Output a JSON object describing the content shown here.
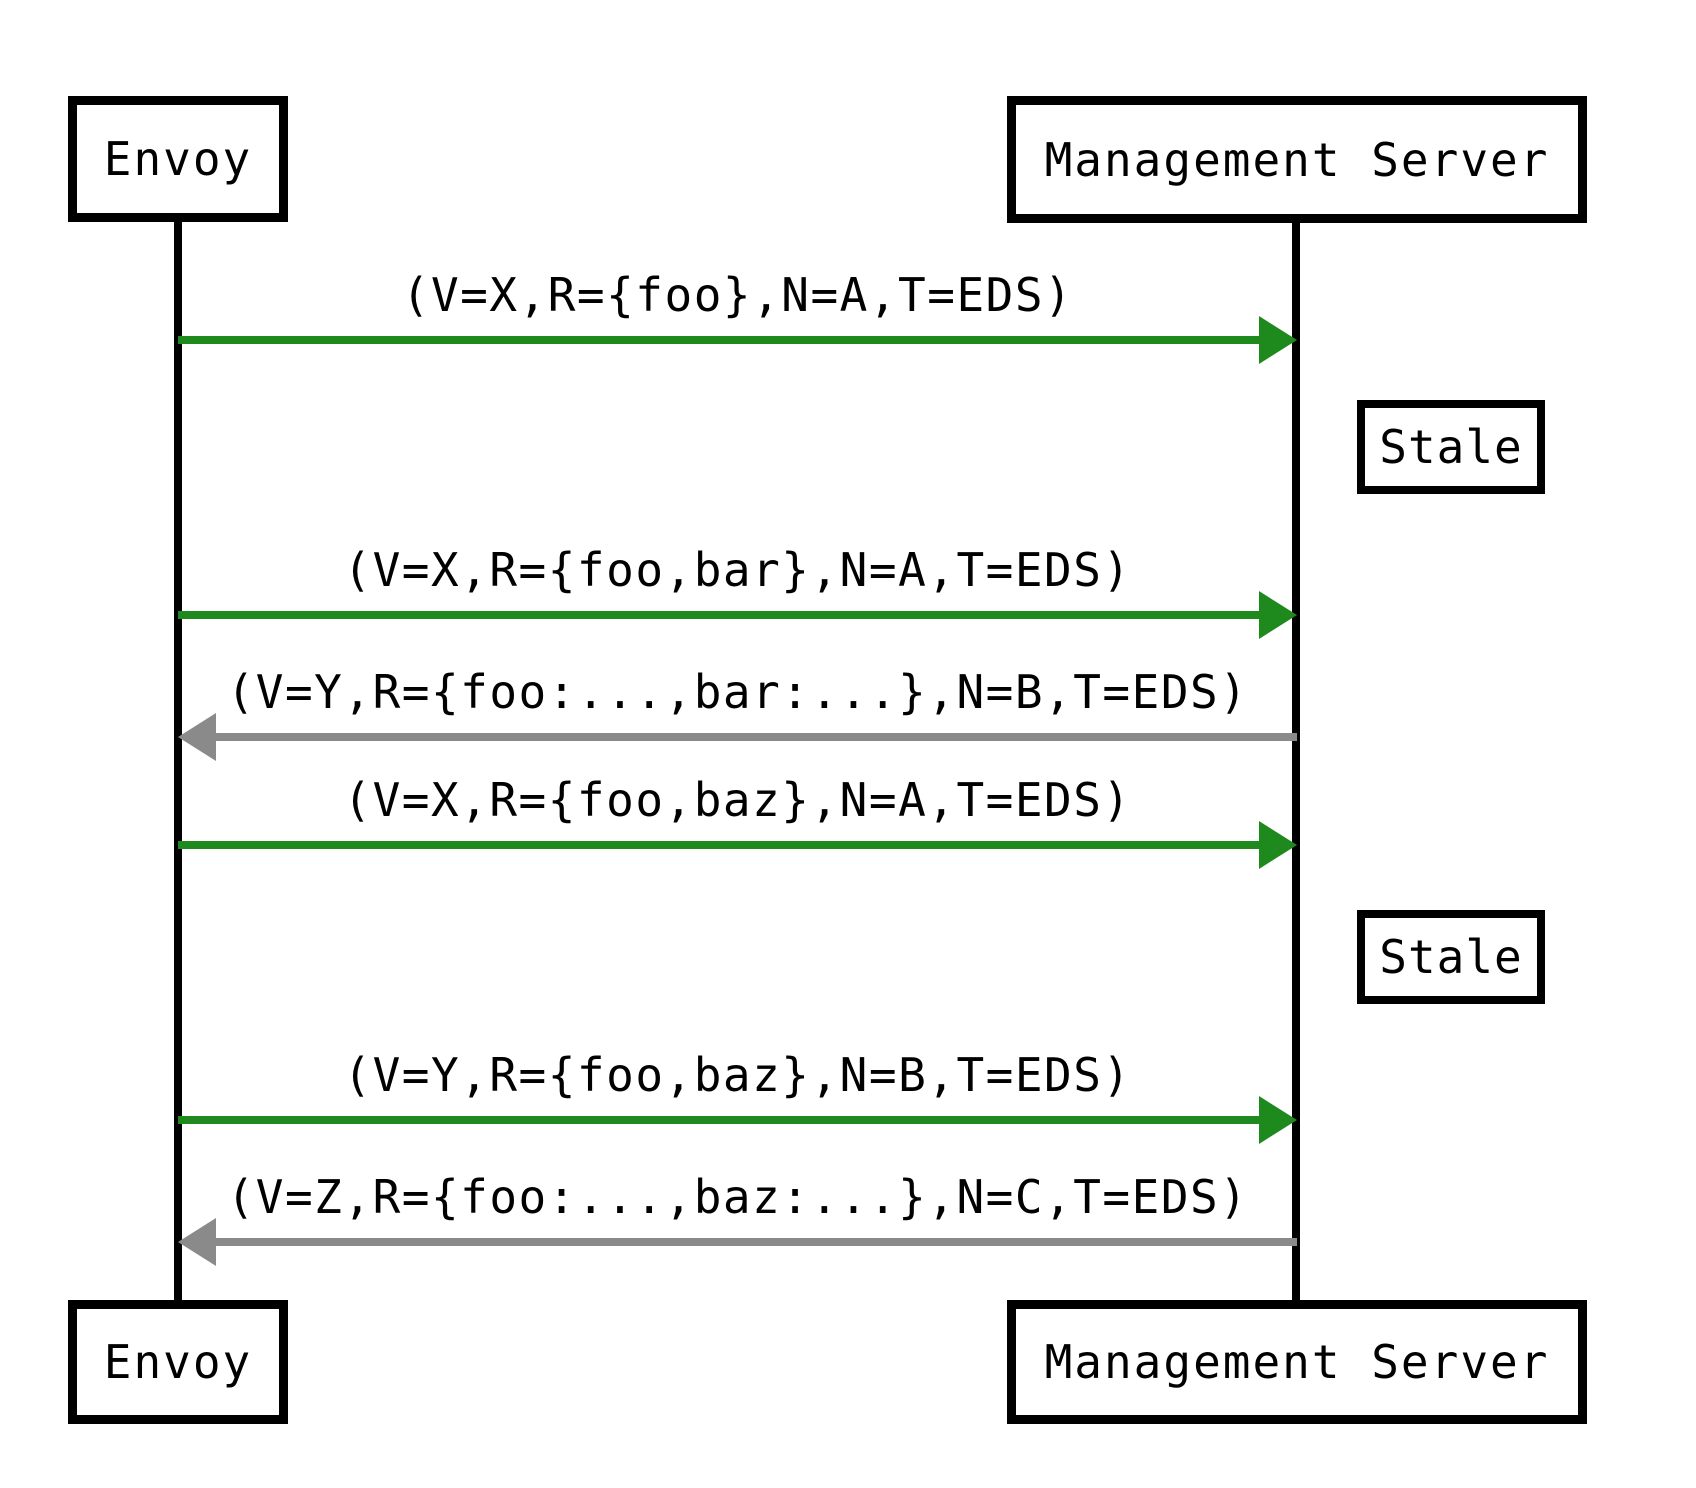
{
  "diagram": {
    "type": "sequence",
    "background": "#ffffff",
    "colors": {
      "request_arrow_green": "#1e8a1e",
      "response_arrow_gray": "#8a8a8a",
      "line_black": "#000000"
    },
    "actors": {
      "left": {
        "label": "Envoy"
      },
      "right": {
        "label": "Management Server"
      }
    },
    "notes": [
      {
        "label": "Stale",
        "attached_to": "Management Server"
      },
      {
        "label": "Stale",
        "attached_to": "Management Server"
      }
    ],
    "messages": [
      {
        "label": "(V=X,R={foo},N=A,T=EDS)",
        "from": "Envoy",
        "to": "Management Server",
        "direction": "right",
        "color": "#1e8a1e"
      },
      {
        "label": "(V=X,R={foo,bar},N=A,T=EDS)",
        "from": "Envoy",
        "to": "Management Server",
        "direction": "right",
        "color": "#1e8a1e"
      },
      {
        "label": "(V=Y,R={foo:...,bar:...},N=B,T=EDS)",
        "from": "Management Server",
        "to": "Envoy",
        "direction": "left",
        "color": "#8a8a8a"
      },
      {
        "label": "(V=X,R={foo,baz},N=A,T=EDS)",
        "from": "Envoy",
        "to": "Management Server",
        "direction": "right",
        "color": "#1e8a1e"
      },
      {
        "label": "(V=Y,R={foo,baz},N=B,T=EDS)",
        "from": "Envoy",
        "to": "Management Server",
        "direction": "right",
        "color": "#1e8a1e"
      },
      {
        "label": "(V=Z,R={foo:...,baz:...},N=C,T=EDS)",
        "from": "Management Server",
        "to": "Envoy",
        "direction": "left",
        "color": "#8a8a8a"
      }
    ]
  }
}
